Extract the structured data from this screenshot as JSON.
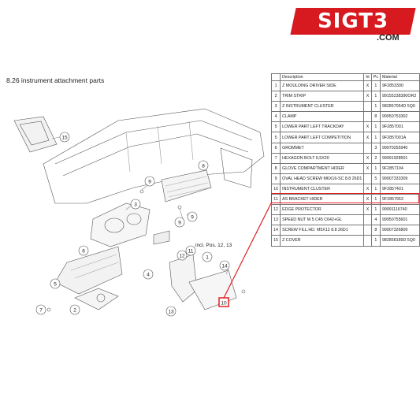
{
  "brand": {
    "logo_text": "SIGT3",
    "domain_text": ".COM",
    "accent_color": "#d71920"
  },
  "section": {
    "title": "8.26  instrument attachment parts"
  },
  "diagram": {
    "callouts": [
      "1",
      "2",
      "3",
      "4",
      "5",
      "6",
      "7",
      "8",
      "9",
      "9",
      "9",
      "11",
      "12",
      "13",
      "14",
      "15",
      "10"
    ],
    "note": "incl. Pos. 12, 13",
    "highlight_color": "#e02020"
  },
  "table": {
    "headers": [
      "Description",
      "ht",
      "Pc",
      "Material"
    ],
    "rows": [
      {
        "no": "1",
        "desc": "Z MOULDING DRIVER SIDE",
        "ht": "X",
        "pc": "1",
        "mat": "9F2853300"
      },
      {
        "no": "2",
        "desc": "TRIM STRIP",
        "ht": "X",
        "pc": "1",
        "mat": "99155238390OR2"
      },
      {
        "no": "3",
        "desc": "Z INSTRUMENT CLUSTER",
        "ht": "",
        "pc": "1",
        "mat": "982857054D 5Q0"
      },
      {
        "no": "4",
        "desc": "CLAMP",
        "ht": "",
        "pc": "8",
        "mat": "99950753302"
      },
      {
        "no": "5",
        "desc": "LOWER PART LEFT TRACKDAY",
        "ht": "X",
        "pc": "1",
        "mat": "9F2857001"
      },
      {
        "no": "5",
        "desc": "LOWER PART LEFT COMPETITION",
        "ht": "X",
        "pc": "1",
        "mat": "9F2857001A"
      },
      {
        "no": "6",
        "desc": "GROMMET",
        "ht": "",
        "pc": "3",
        "mat": "99970255940"
      },
      {
        "no": "7",
        "desc": "HEXAGON BOLT 6,5X20",
        "ht": "X",
        "pc": "2",
        "mat": "99991928501"
      },
      {
        "no": "8",
        "desc": "GLOVE COMPARTMENT HIDER",
        "ht": "X",
        "pc": "1",
        "mat": "9F2857104"
      },
      {
        "no": "9",
        "desc": "OVAL HEAD SCREW M6X16-SC 8.8 26D1",
        "ht": "",
        "pc": "5",
        "mat": "99907333309"
      },
      {
        "no": "10",
        "desc": "INSTRUMENT CLUSTER",
        "ht": "X",
        "pc": "1",
        "mat": "9F2857401"
      },
      {
        "no": "11",
        "desc": "AS BRACKET HIDER",
        "ht": "X",
        "pc": "1",
        "mat": "9F2857953"
      },
      {
        "no": "12",
        "desc": "EDGE PROTECTOR",
        "ht": "X",
        "pc": "1",
        "mat": "99991116740"
      },
      {
        "no": "13",
        "desc": "SPEED NUT M 5 C45 C642+GL",
        "ht": "",
        "pc": "4",
        "mat": "99950755601"
      },
      {
        "no": "14",
        "desc": "SCREW FILL.HD. M5X12 8.8 26D1",
        "ht": "",
        "pc": "8",
        "mat": "99907326809"
      },
      {
        "no": "15",
        "desc": "Z COVER",
        "ht": "",
        "pc": "1",
        "mat": "982858189D 5Q0"
      }
    ]
  }
}
